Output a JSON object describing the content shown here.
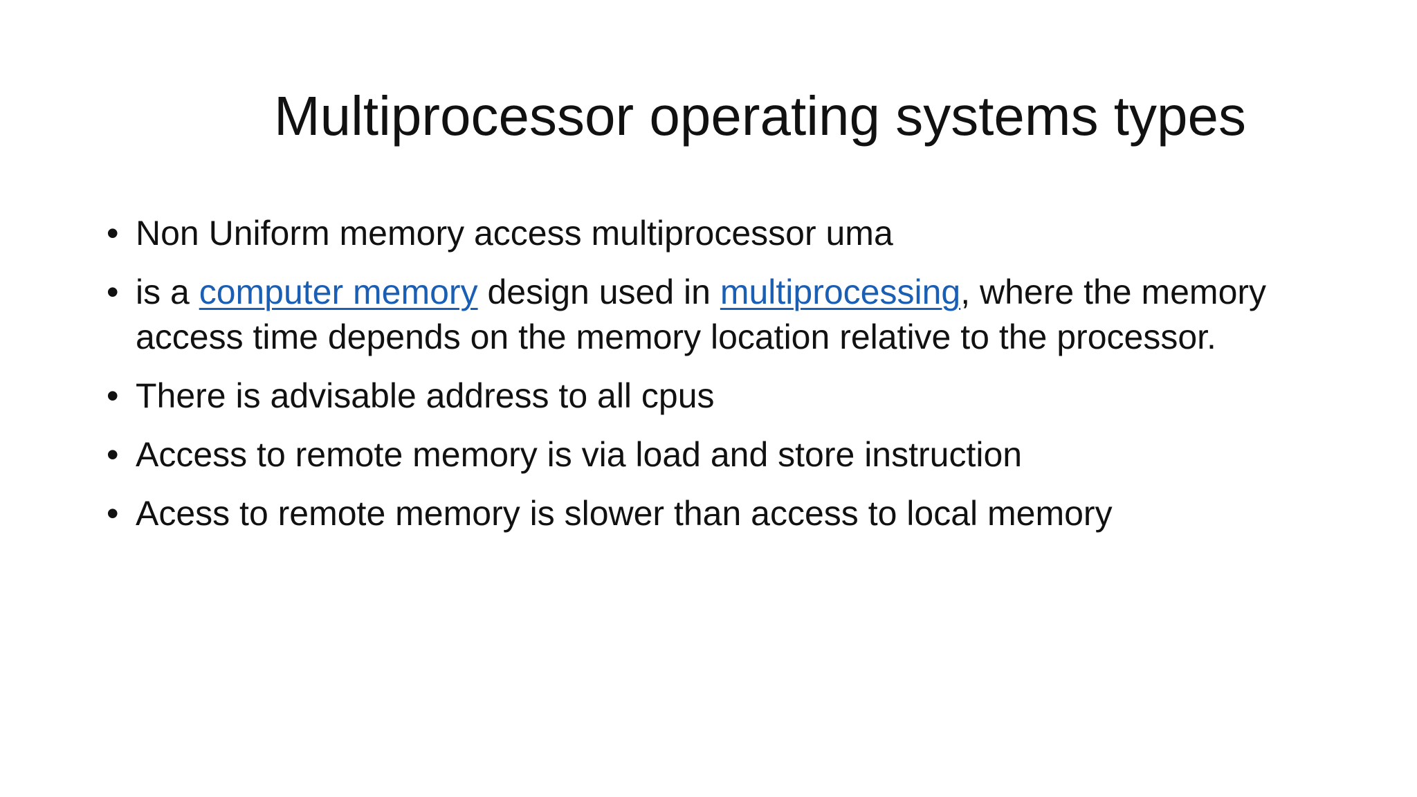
{
  "slide": {
    "title": "Multiprocessor operating systems types",
    "bullet_symbol": "•",
    "bullets": [
      {
        "text": "Non Uniform memory access multiprocessor uma"
      },
      {
        "prefix": "is a ",
        "link1": "computer memory",
        "middle": " design used in ",
        "link2": "multiprocessing",
        "suffix": ", where the memory access time depends on the memory location relative to the processor."
      },
      {
        "text": "There is advisable address to all cpus"
      },
      {
        "text": "Access to remote memory is via load and store instruction"
      },
      {
        "text": "Acess to remote memory is slower than access  to local memory"
      }
    ],
    "colors": {
      "background": "#ffffff",
      "text": "#111111",
      "link": "#1a5fb4"
    }
  }
}
